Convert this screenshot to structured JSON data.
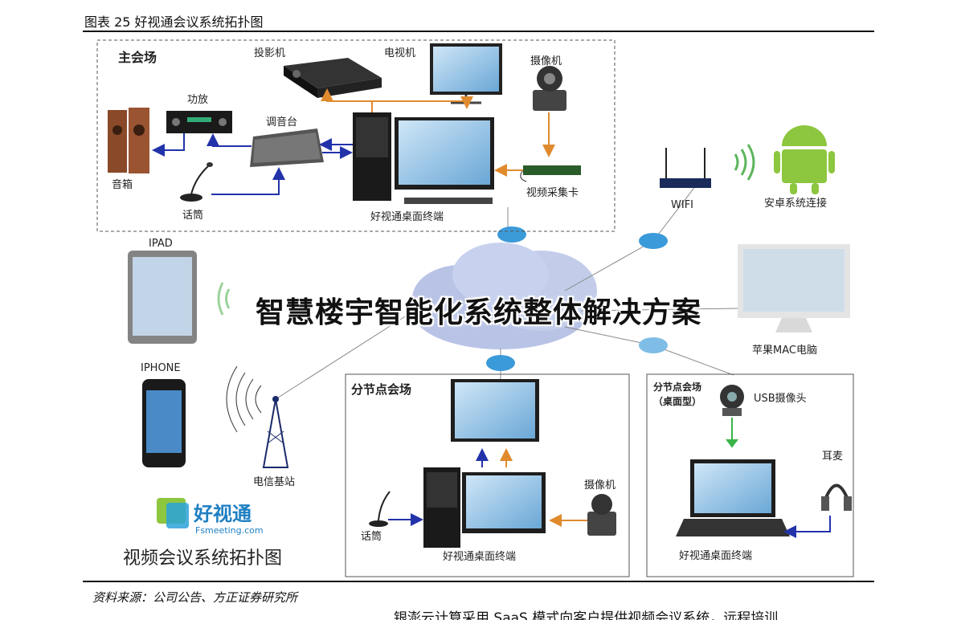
{
  "figure_title": "图表 25 好视通会议系统拓扑图",
  "overlay_text": "智慧楼宇智能化系统整体解决方案",
  "source": "资料来源：公司公告、方正证券研究所",
  "bottom_text": "银澎云计算采用 SaaS 模式向客户提供视频会议系统，远程培训",
  "diagram": {
    "main_venue": {
      "title": "主会场",
      "projector": "投影机",
      "tv": "电视机",
      "camera": "摄像机",
      "amplifier": "功放",
      "mixer": "调音台",
      "speaker": "音箱",
      "mic": "话筒",
      "capture_card": "视频采集卡",
      "terminal": "好视通桌面终端"
    },
    "wifi": "WIFI",
    "android": "安卓系统连接",
    "ipad": "IPAD",
    "iphone": "IPHONE",
    "mac": "苹果MAC电脑",
    "base_station": "电信基站",
    "branch": {
      "title": "分节点会场",
      "camera": "摄像机",
      "mic": "话筒",
      "terminal": "好视通桌面终端"
    },
    "desktop_branch": {
      "title_line1": "分节点会场",
      "title_line2": "（桌面型）",
      "usb_camera": "USB摄像头",
      "headset": "耳麦",
      "terminal": "好视通桌面终端"
    },
    "logo": {
      "name": "好视通",
      "url_text": "Fsmeeting.com"
    },
    "caption": "视频会议系统拓扑图"
  }
}
